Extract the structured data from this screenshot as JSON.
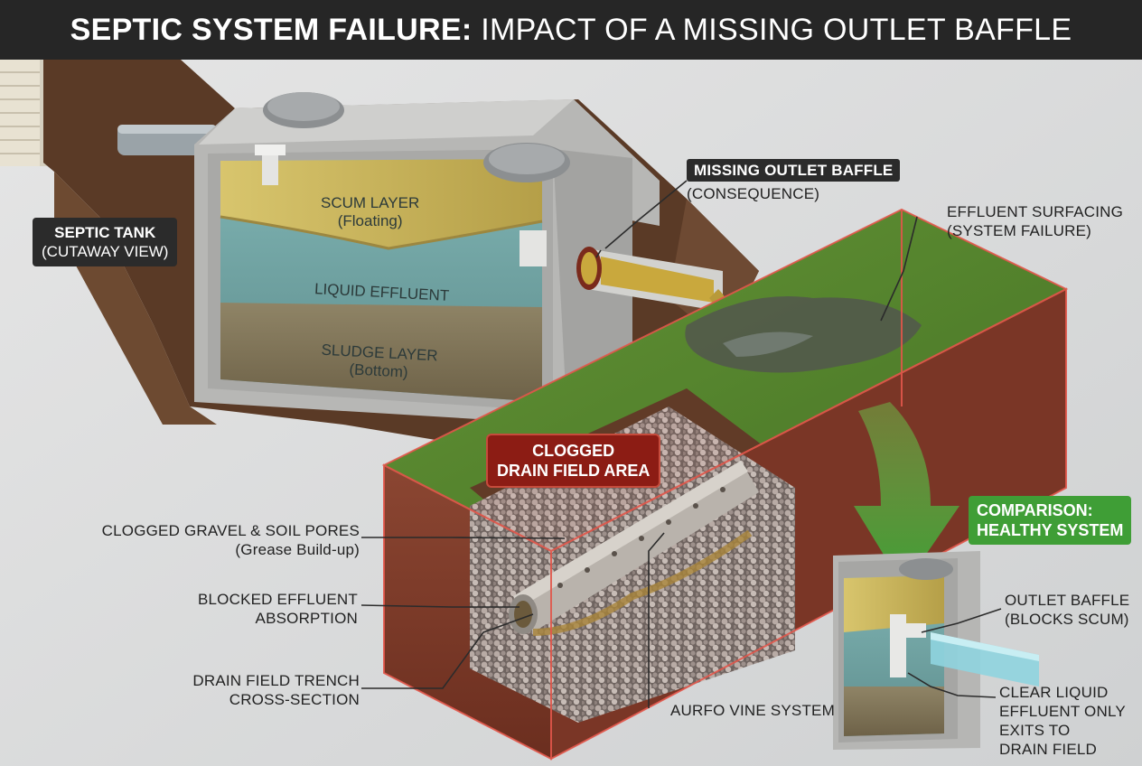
{
  "title": {
    "bold": "SEPTIC SYSTEM FAILURE:",
    "light": "IMPACT OF A MISSING OUTLET BAFFLE"
  },
  "tank": {
    "title": "SEPTIC TANK",
    "subtitle": "(CUTAWAY VIEW)"
  },
  "layers": {
    "scum": "SCUM LAYER",
    "scum_sub": "(Floating)",
    "liquid": "LIQUID EFFLUENT",
    "sludge": "SLUDGE LAYER",
    "sludge_sub": "(Bottom)"
  },
  "missing_baffle": {
    "title": "MISSING OUTLET BAFFLE",
    "subtitle": "(CONSEQUENCE)"
  },
  "effluent_surfacing": {
    "line1": "EFFLUENT SURFACING",
    "line2": "(SYSTEM FAILURE)"
  },
  "clogged_area": {
    "line1": "CLOGGED",
    "line2": "DRAIN FIELD AREA"
  },
  "clogged_gravel": {
    "line1": "CLOGGED GRAVEL & SOIL PORES",
    "line2": "(Grease Build-up)"
  },
  "blocked_absorption": {
    "line1": "BLOCKED EFFLUENT",
    "line2": "ABSORPTION"
  },
  "trench": {
    "line1": "DRAIN FIELD TRENCH",
    "line2": "CROSS-SECTION"
  },
  "pipe_system": "AURFO VINE SYSTEM",
  "comparison": {
    "line1": "COMPARISON:",
    "line2": "HEALTHY SYSTEM"
  },
  "outlet_baffle": {
    "line1": "OUTLET BAFFLE",
    "line2": "(BLOCKS SCUM)"
  },
  "clear_effluent": {
    "line1": "CLEAR LIQUID",
    "line2": "EFFLUENT ONLY",
    "line3": "EXITS TO",
    "line4": "DRAIN FIELD"
  },
  "colors": {
    "scum": "#c9b560",
    "liquid": "#6fa3a4",
    "sludge": "#8a7a5c",
    "grass": "#4f8a2e",
    "soil": "#7d3a28",
    "alert": "#8c1c14",
    "healthy": "#3f9e36"
  }
}
